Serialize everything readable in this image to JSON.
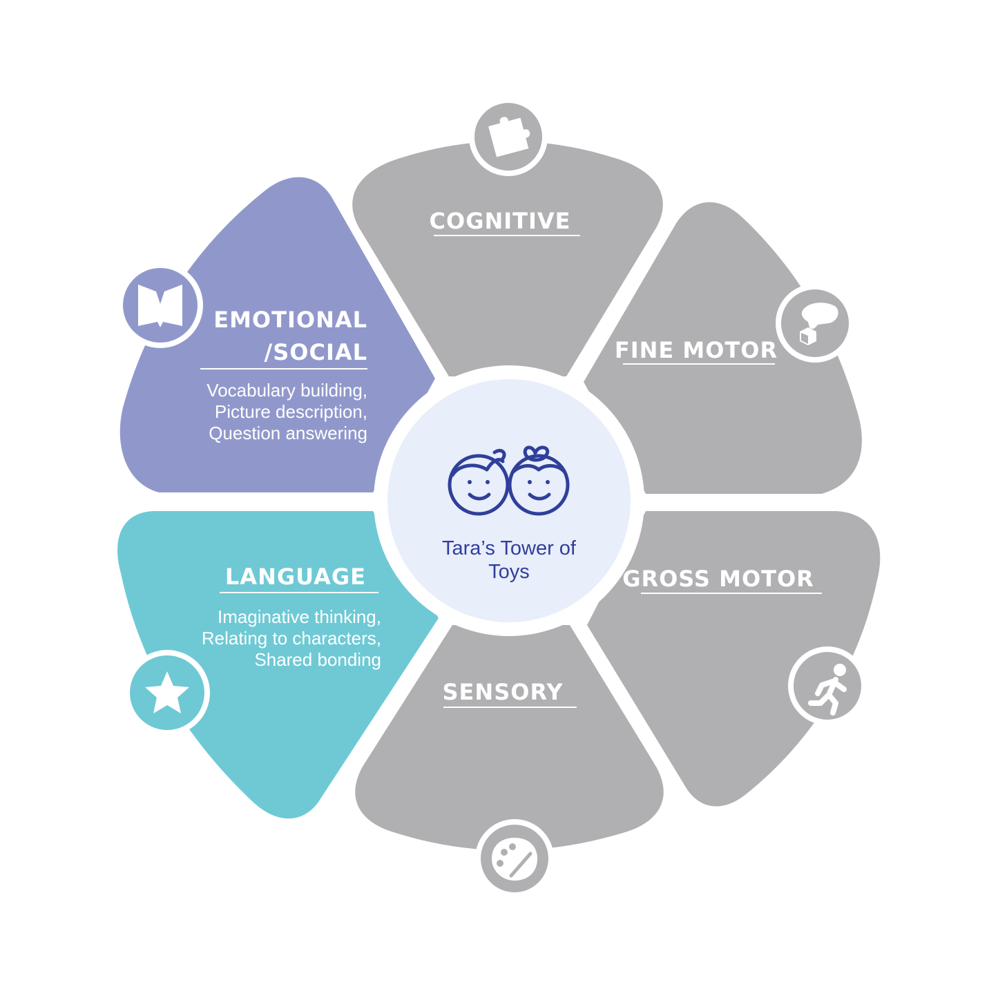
{
  "center": {
    "label_line1": "Tara’s Tower of",
    "label_line2": "Toys",
    "logo_icon": "two-kids-faces-icon"
  },
  "colors": {
    "gray": "#b0b0b2",
    "purple": "#9098cb",
    "teal": "#6ec9d5",
    "center_fill": "#e8eefa",
    "brand_blue": "#2f3f9a",
    "white": "#ffffff"
  },
  "petals": [
    {
      "id": "cognitive",
      "title_lines": [
        "COGNITIVE"
      ],
      "description": [],
      "color": "#b0b0b2",
      "icon": "puzzle-piece-icon"
    },
    {
      "id": "fine-motor",
      "title_lines": [
        "FINE MOTOR"
      ],
      "description": [],
      "color": "#b0b0b2",
      "icon": "hand-block-icon"
    },
    {
      "id": "gross-motor",
      "title_lines": [
        "GROSS MOTOR"
      ],
      "description": [],
      "color": "#b0b0b2",
      "icon": "running-person-icon"
    },
    {
      "id": "sensory",
      "title_lines": [
        "SENSORY"
      ],
      "description": [],
      "color": "#b0b0b2",
      "icon": "paint-palette-icon"
    },
    {
      "id": "language",
      "title_lines": [
        "LANGUAGE"
      ],
      "description": [
        "Imaginative thinking,",
        "Relating to characters,",
        "Shared bonding"
      ],
      "color": "#6ec9d5",
      "icon": "star-icon"
    },
    {
      "id": "emotional-social",
      "title_lines": [
        "EMOTIONAL",
        "/SOCIAL"
      ],
      "description": [
        "Vocabulary building,",
        "Picture description,",
        "Question answering"
      ],
      "color": "#9098cb",
      "icon": "open-book-icon"
    }
  ]
}
